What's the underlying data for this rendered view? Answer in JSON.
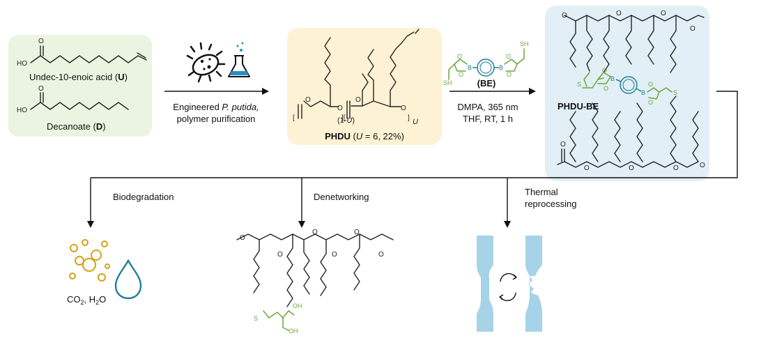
{
  "monomers": {
    "acid_name": "Undec-10-enoic acid (",
    "acid_letter": "U",
    "acid_close": ")",
    "decanoate_name": "Decanoate (",
    "decanoate_letter": "D",
    "decanoate_close": ")",
    "atom_ho": "HO",
    "atom_o": "O"
  },
  "step1": {
    "line1_prefix": "Engineered ",
    "line1_italic": "P. putida,",
    "line2": "polymer purification",
    "icons": [
      "bacterium-icon",
      "flask-icon"
    ]
  },
  "phdu": {
    "name": "PHDU",
    "detail_open": " (",
    "detail_u": "U",
    "detail_rest": " = 6, 22%)",
    "sub_fraction": "(1-",
    "sub_fraction_u": "U",
    "sub_fraction_close": ")",
    "sub_u": "U"
  },
  "step2": {
    "crosslinker": "(BE)",
    "cond1": "DMPA, 365 nm",
    "cond2": "THF, RT, 1 h"
  },
  "network": {
    "name": "PHDU-BE"
  },
  "atoms": {
    "sh": "SH",
    "s": "S",
    "b": "B",
    "o": "O",
    "oh": "OH"
  },
  "branches": [
    {
      "label": "Biodegradation",
      "product_co2": "CO",
      "product_h2o": ", H",
      "product_end": "O",
      "sub2": "2"
    },
    {
      "label": "Denetworking"
    },
    {
      "label_line1": "Thermal",
      "label_line2": "reprocessing"
    }
  ],
  "colors": {
    "green_panel": "#eaf4e1",
    "yellow_panel": "#fdf2d4",
    "blue_panel": "#e2eff6",
    "green_chem": "#6aa53a",
    "teal_chem": "#1f7f99",
    "gold": "#d4a21a",
    "specimen": "#a6d3e8"
  }
}
